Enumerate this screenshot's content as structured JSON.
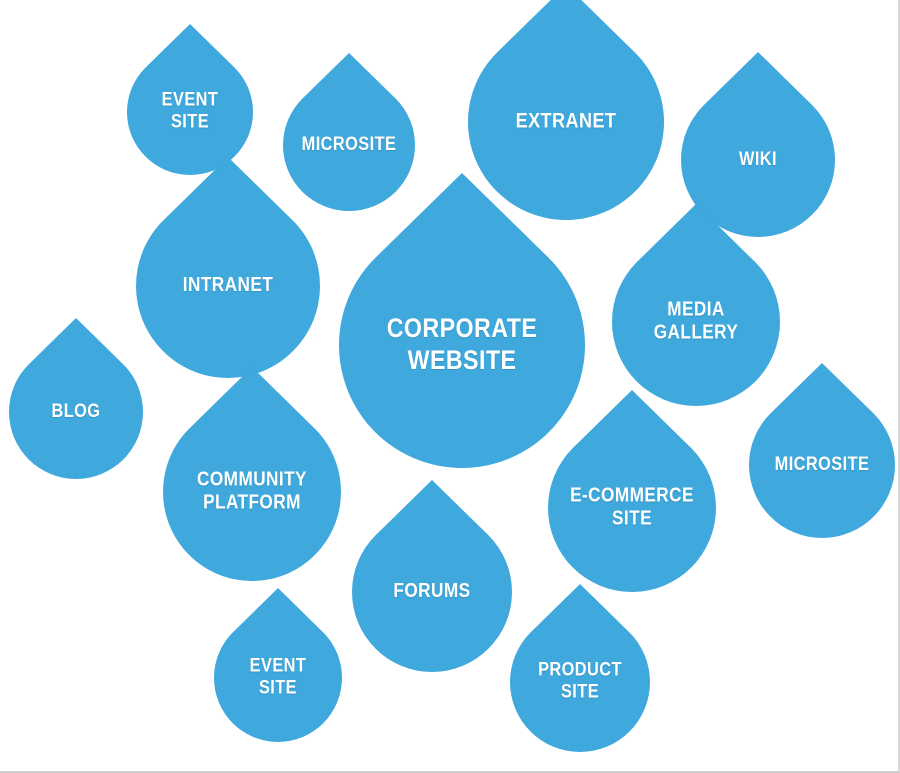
{
  "theme": {
    "drop_color": "#3FA8DC",
    "text_color": "#FFFFFF",
    "background": "#FFFFFF"
  },
  "diagram": {
    "description": "Website ecosystem site-map infographic of water-drop nodes",
    "drops": [
      {
        "label": "EVENT\nSITE"
      },
      {
        "label": "MICROSITE"
      },
      {
        "label": "EXTRANET"
      },
      {
        "label": "WIKI"
      },
      {
        "label": "INTRANET"
      },
      {
        "label": "CORPORATE\nWEBSITE"
      },
      {
        "label": "MEDIA\nGALLERY"
      },
      {
        "label": "BLOG"
      },
      {
        "label": "COMMUNITY\nPLATFORM"
      },
      {
        "label": "MICROSITE"
      },
      {
        "label": "E-COMMERCE\nSITE"
      },
      {
        "label": "FORUMS"
      },
      {
        "label": "EVENT\nSITE"
      },
      {
        "label": "PRODUCT\nSITE"
      }
    ]
  }
}
